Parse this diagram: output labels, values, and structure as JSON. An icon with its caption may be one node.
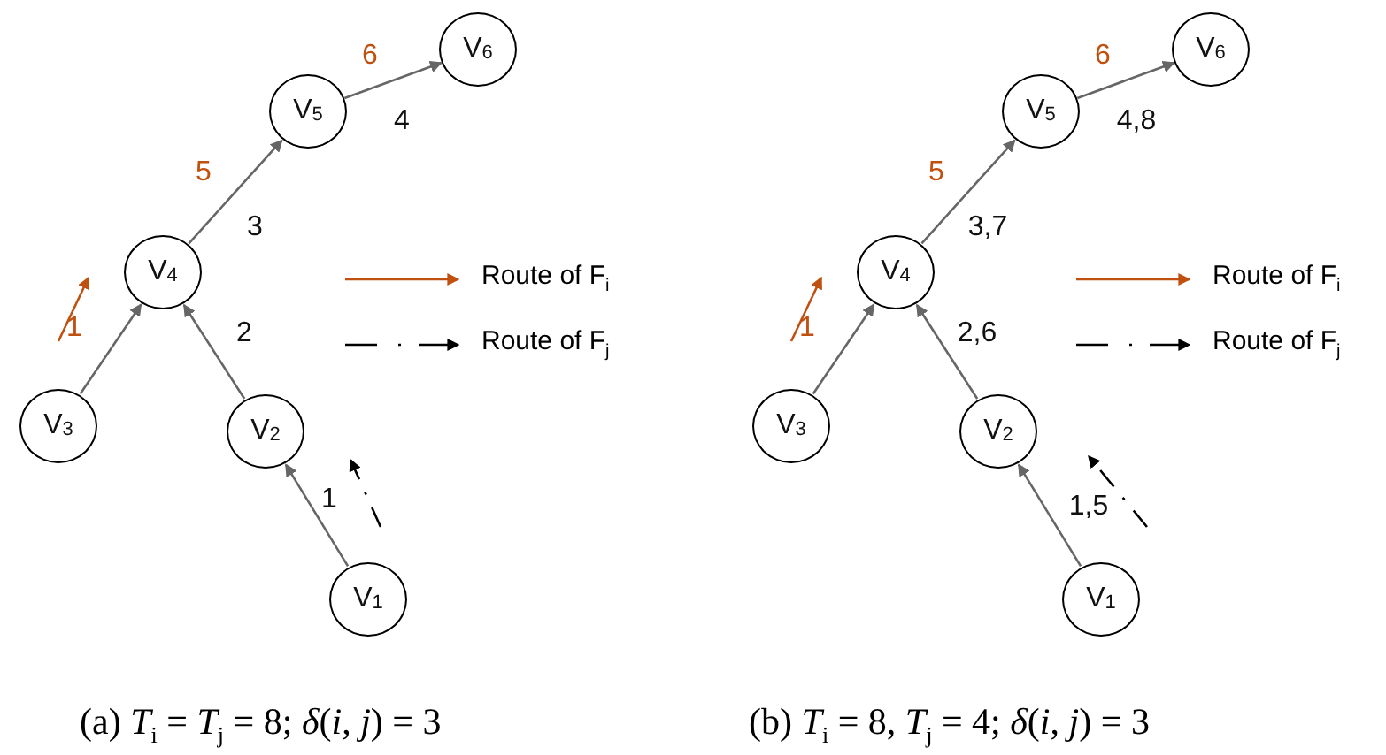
{
  "diagram": {
    "nodes": [
      {
        "text": [
          "V$_{6}$"
        ]
      },
      {
        "text": [
          "V$_{5}$"
        ]
      },
      {
        "text": [
          "V$_{4}$"
        ]
      },
      {
        "text": [
          "V$_{3}$"
        ]
      },
      {
        "text": [
          "V$_{2}$"
        ]
      },
      {
        "text": [
          "V$_{1}$"
        ]
      },
      {
        "text": [
          "V$_{6}$"
        ]
      },
      {
        "text": [
          "V$_{5}$"
        ]
      },
      {
        "text": [
          "V$_{4}$"
        ]
      },
      {
        "text": [
          "V$_{3}$"
        ]
      },
      {
        "text": [
          "V$_{2}$"
        ]
      },
      {
        "text": [
          "V$_{1}$"
        ]
      }
    ],
    "edges": [
      {
        "from": 5,
        "to": 4,
        "arrow": "to"
      },
      {
        "from": 4,
        "to": 2,
        "arrow": "to"
      },
      {
        "from": 3,
        "to": 2,
        "arrow": "to"
      },
      {
        "from": 2,
        "to": 1,
        "arrow": "to"
      },
      {
        "from": 1,
        "to": 0,
        "arrow": "to"
      },
      {
        "from": 11,
        "to": 10,
        "arrow": "to"
      },
      {
        "from": 10,
        "to": 8,
        "arrow": "to"
      },
      {
        "from": 9,
        "to": 8,
        "arrow": "to"
      },
      {
        "from": 8,
        "to": 7,
        "arrow": "to"
      },
      {
        "from": 7,
        "to": 6,
        "arrow": "to"
      }
    ],
    "labels": [
      "6",
      "4",
      "5",
      "3",
      "1",
      "2",
      "1",
      "6",
      "4,8",
      "5",
      "3,7",
      "1",
      "2,6",
      "1,5",
      "(a) *T*$_{i}$ = *T*$_{j}$ = 8; *δ*(*i*, *j*) = 3",
      "(b) *T*$_{i}$ = 8, *T*$_{j}$ = 4; *δ*(*i*, *j*) = 3"
    ],
    "legend": [
      {
        "text": "Route of F$_{i}$"
      },
      {
        "text": "Route of F$_{j}$"
      },
      {
        "text": "Route of F$_{i}$"
      },
      {
        "text": "Route of F$_{j}$"
      }
    ]
  }
}
